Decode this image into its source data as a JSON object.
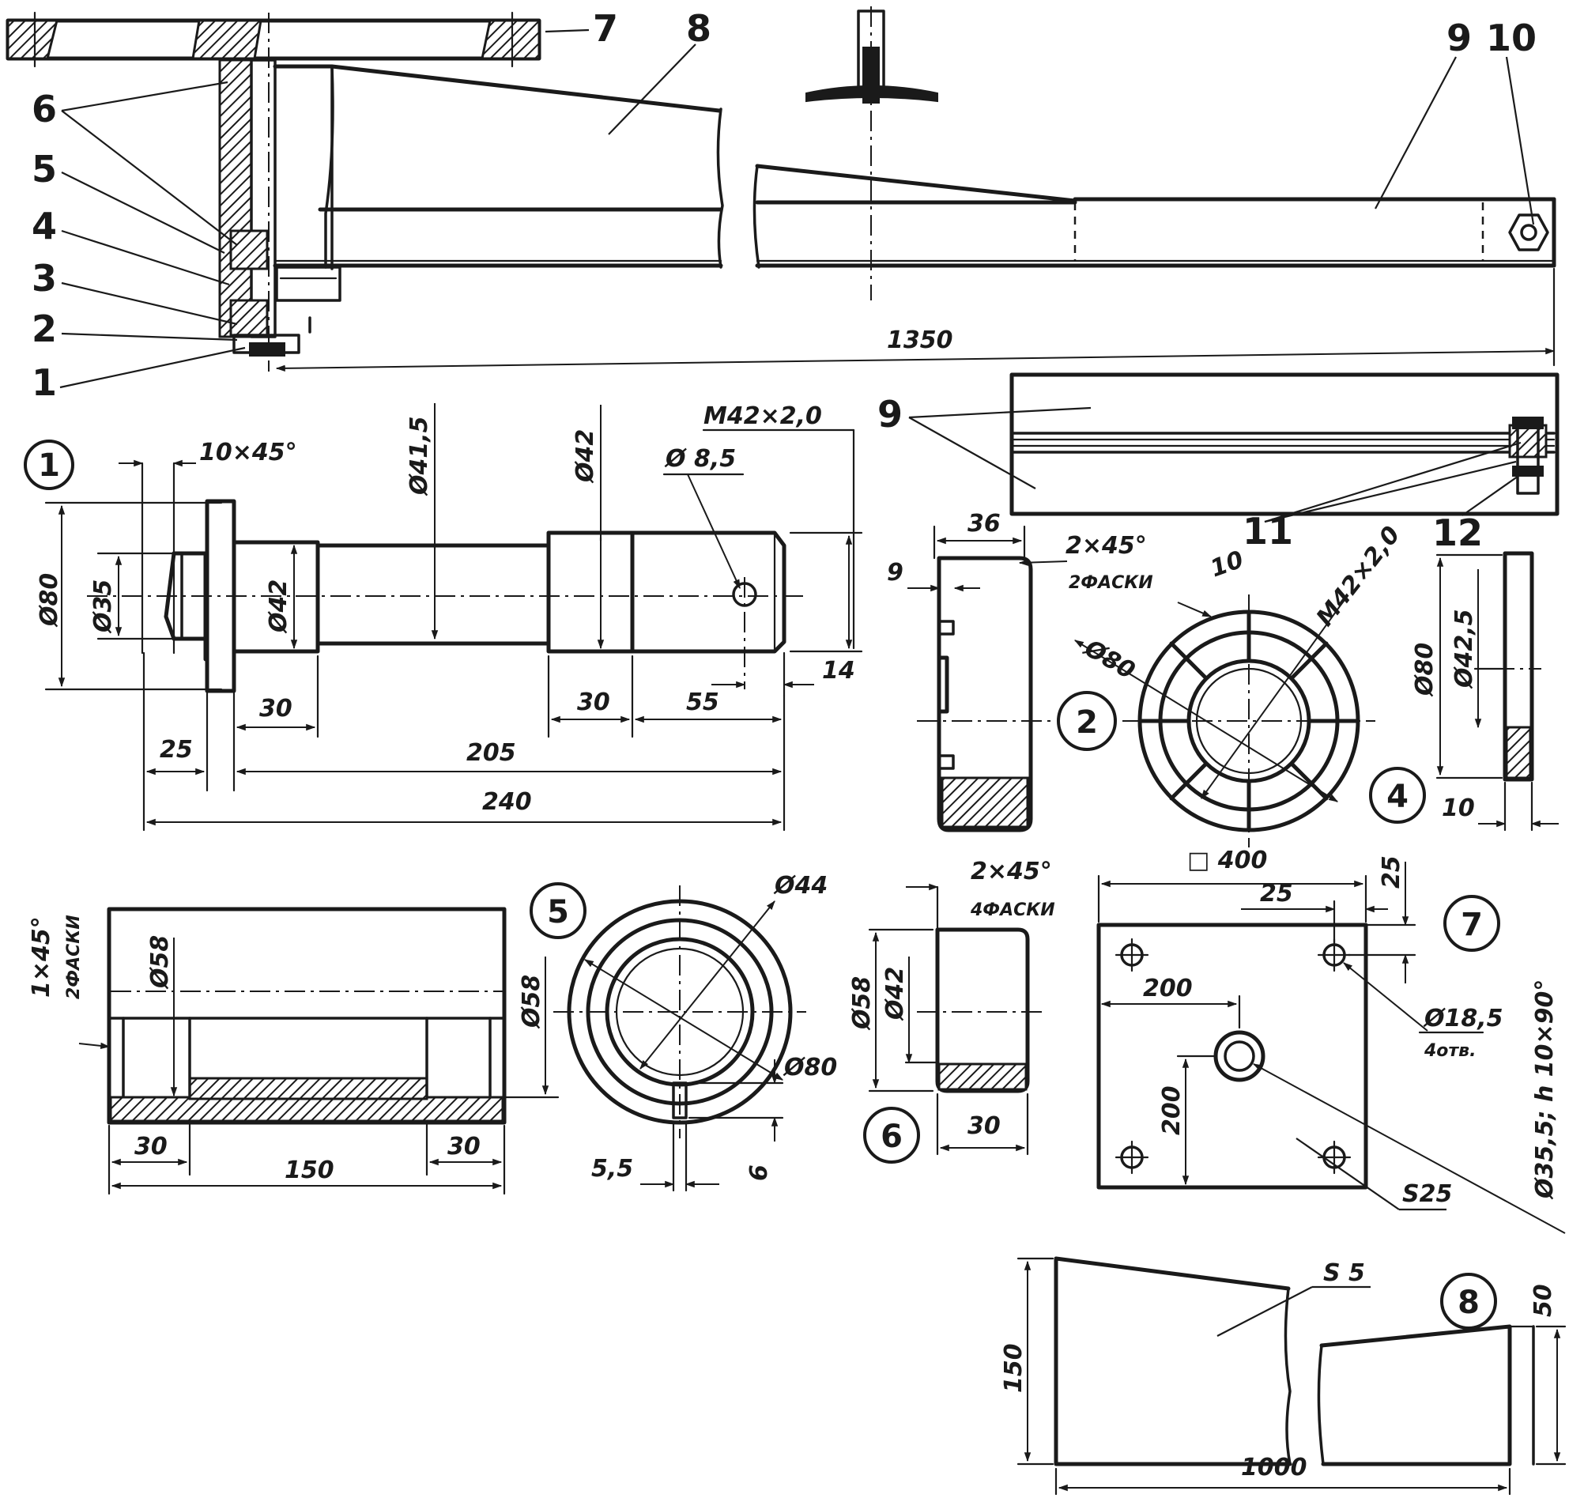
{
  "callouts": [
    "1",
    "2",
    "3",
    "4",
    "5",
    "6",
    "7",
    "8",
    "9",
    "10",
    "11",
    "12"
  ],
  "detail_marks": [
    "1",
    "2",
    "4",
    "5",
    "6",
    "7",
    "8"
  ],
  "dims": {
    "overall_length": "1350",
    "p1_chamfer": "10×45°",
    "p1_d80": "Ø80",
    "p1_d35": "Ø35",
    "p1_d42a": "Ø42",
    "p1_d415": "Ø41,5",
    "p1_d42b": "Ø42",
    "p1_thread": "M42×2,0",
    "p1_hole": "Ø 8,5",
    "p1_l14": "14",
    "p1_l30a": "30",
    "p1_l30b": "30",
    "p1_l55": "55",
    "p1_l25": "25",
    "p1_l205": "205",
    "p1_l240": "240",
    "p2_l36": "36",
    "p2_l9": "9",
    "p2_chamfer": "2×45°",
    "p2_chamfer_note": "2ФАСКИ",
    "p2_l10": "10",
    "p2_d80": "Ø80",
    "p2_thread": "M42×2,0",
    "p4_d80": "Ø80",
    "p4_d425": "Ø42,5",
    "p4_l10": "10",
    "p5_chamfer": "1×45°",
    "p5_chamfer_note": "2ФАСКИ",
    "p5_d58a": "Ø58",
    "p5_d58b": "Ø58",
    "p5_l30a": "30",
    "p5_l150": "150",
    "p5_l30b": "30",
    "p5_d44": "Ø44",
    "p5_d80": "Ø80",
    "p5_l55": "5,5",
    "p5_l6": "6",
    "p6_chamfer": "2×45°",
    "p6_chamfer_note": "4ФАСКИ",
    "p6_d58": "Ø58",
    "p6_d42": "Ø42",
    "p6_l30": "30",
    "p7_size": "□ 400",
    "p7_l25a": "25",
    "p7_l25b": "25",
    "p7_l200a": "200",
    "p7_l200b": "200",
    "p7_hole": "Ø18,5",
    "p7_hole_note": "4отв.",
    "p7_center": "Ø35,5; h 10×90°",
    "p7_thick": "S25",
    "p8_thick": "S 5",
    "p8_l150": "150",
    "p8_l50": "50",
    "p8_l1000": "1000"
  }
}
